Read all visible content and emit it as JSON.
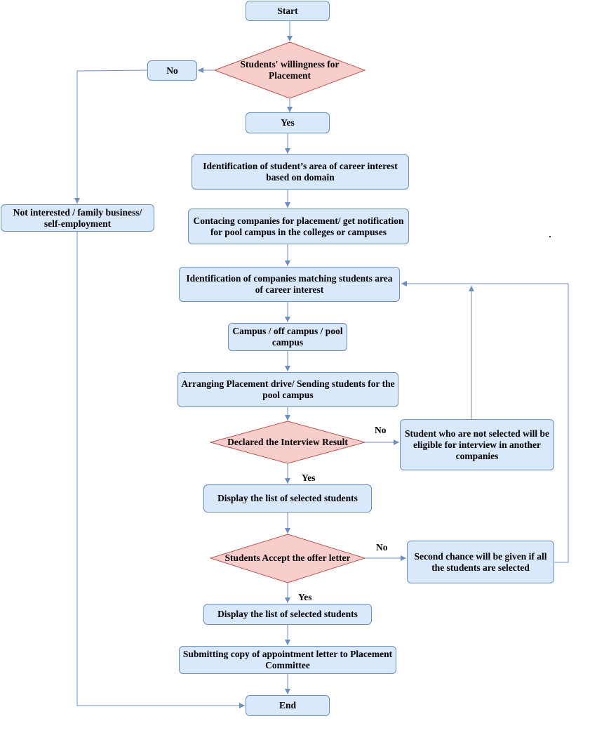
{
  "colors": {
    "process_fill": "#dae8fc",
    "process_stroke": "#6c8ebf",
    "decision_fill": "#f8cecc",
    "decision_stroke": "#b85450",
    "edge": "#6c8ebf"
  },
  "nodes": {
    "start": "Start",
    "willingness": "Students' willingness for Placement",
    "no_top": "No",
    "yes_top": "Yes",
    "not_interested": "Not interested / family business/ self-employment",
    "career_interest": "Identification of student’s area of career interest based on domain",
    "contacting": "Contacing companies for placement/ get notification for pool campus in the colleges or campuses",
    "matching": "Identification of companies matching students area of career interest",
    "campus": "Campus / off campus / pool campus",
    "arranging": "Arranging Placement drive/ Sending students for the pool campus",
    "declared": "Declared the Interview Result",
    "not_selected": "Student who are not selected will be eligible for interview in another companies",
    "display1": "Display the list of selected students",
    "accept": "Students Accept the offer letter",
    "second_chance": "Second chance will be given if all the students are selected",
    "display2": "Display the list of selected students",
    "submitting": "Submitting copy of appointment letter to Placement Committee",
    "end": "End"
  },
  "edge_labels": {
    "declared_no": "No",
    "declared_yes": "Yes",
    "accept_no": "No",
    "accept_yes": "Yes"
  }
}
